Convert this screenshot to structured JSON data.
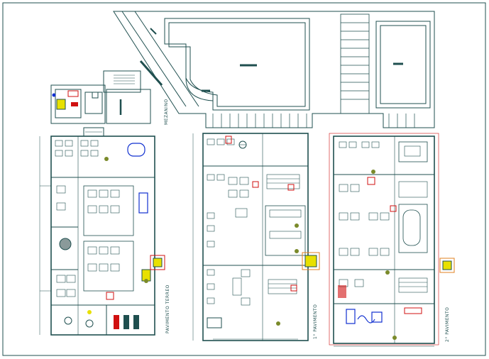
{
  "drawing": {
    "labels": {
      "mezzanine": "MEZANINO",
      "ground_floor": "PAVIMENTO TERREO",
      "first_floor": "1° PAVIMENTO",
      "second_floor": "2° PAVIMENTO"
    }
  },
  "palette": {
    "line": "#1f4f4f",
    "dark": "#0d2b2b",
    "red": "#d01010",
    "blue": "#1030d0",
    "yellow": "#e8e000",
    "green": "#7a8a2a",
    "orange": "#e08020"
  }
}
